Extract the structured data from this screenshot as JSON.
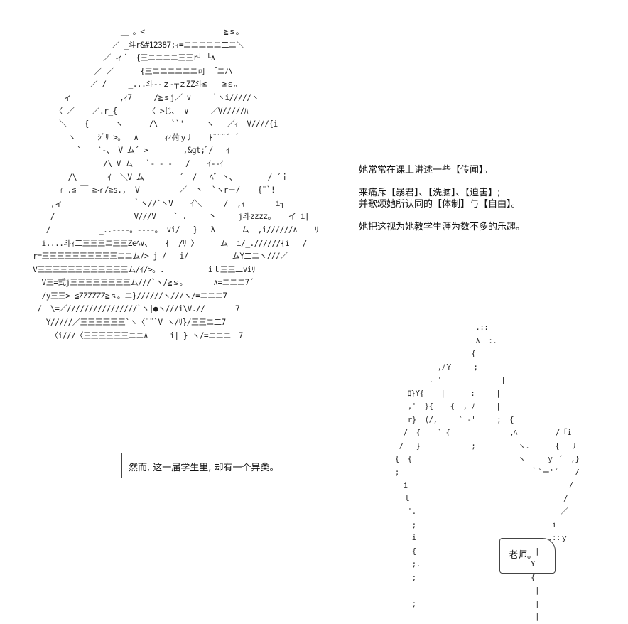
{
  "ascii_art": {
    "teacher": "                     ＿ 。<                  ≧ｓ。\n                   ／ _斗r&#12387;ｨ=ニニニニニ二ニ＼\n                 ／ ィ´  {三ニニニニ三三r┘ └∧\n               ／ ／      {三ニニニニニニ可 「ニハ\n              ／ /     _...斗-‐ｚ-┬ｚZZ斗≦￣￣≧ｓ。\n        ィ           ,ｨ7     /≧ｓj／ ∨     `ヽi/////ヽ\n      〈 ／    ／.r_{       〈 >じ､  ∨     ／V/////ﾊ\n       ＼    {      ヽ      /\\   ``'     ヽ   ／ｨ  V////{i\n         ヽ     ｼﾞﾘ >。  ∧      ｨｨ荷ｙﾘ    }¨¨¨´ ´\n           `  ＿`-、 V ム´ >        ,&gt;ﾞ/   ｲ\n                 /\\ V ム   `‐ ‐ ‐   /    ｲ-‐ｲ\n         /\\       ｲ  ＼V ム        ´  /   ﾍﾞ 丶、       / ´ｉ\n       ｨ .≦ ￣ ≧ィ/≧s.,  V         ／  丶  `ヽr－/    {¨`!\n     ,ィ                ｀ヽ//`ヽV    ｲ＼     /  ,ｨ       i┐\n     /                  V///V    ` .     丶     j斗zzzz。   イ i|\n    /           _..--‐-。--‐-。 ∨i/   }   λ      ム  ,i//////∧    ﾘ\n   i....斗ｨ二三三三ニ三三Zeﾍ∨、   {  /ﾘ 〉     ム  i/_.//////{i   /\n r=三三三三三三三三三三ニニム/> j /   i/          ムY二ニヽ///／\n V三三三三三三三三三三三三ム/ｲ/>。.          iｌ三三二∨iﾘ\n   V三=弍j三三三三三三三三ム///`ヽ/≧ｓ。      ∧=ニニニ7´\n   /y三三> ≦ZZZZZZ≧ｓ。ニ}//////ヽ///ヽ/=ニニニ7\n  /  \\=／////////////////`ヽ|●ヽ///i\\V.//二二二二7\n    Y/////／三三三三三三`ヽ〈¨¨`V ヽ/ﾘ}/三三ニ二7\n     〈i///〈三三三三三三ニニ∧     i| } ヽ/=ニニニ二7",
    "hand": "                           .::\n                           λ  :.\n                          {\n                  ,ﾉＹ     ;\n                . '              |\n           ﾛ}Y{    |      :     |\n           ,'  }{    {  , ﾉ     |\n           r}  (/,     ` ‐'     ;  {\n          /  {    ` {              ,ﾍ         /「i\n         /   }            ;          ヽ.      {   ﾘ\n        {  {                         ヽ_   _ｙ ´  ,}\n        ;                               ｀`ー'´    /\n          i                                      /\n          ｌ                                    /\n           '.                                  ／\n            ;                                i\n            i                               .::ｙ\n            {                            |\n            ;.                          Y\n            ;                           {\n                                         |\n            ;                            |\n                                         |"
  },
  "narration": {
    "line1": "她常常在课上讲述一些【传闻】。",
    "line2": "来痛斥【暴君】、【洗脑】、【迫害】;",
    "line3": "并歌颂她所认同的【体制】与【自由】。",
    "line4": "她把这视为她教学生涯为数不多的乐趣。"
  },
  "box_narration": "然而, 这一届学生里, 却有一个异类。",
  "speech_bubble": "老师。"
}
